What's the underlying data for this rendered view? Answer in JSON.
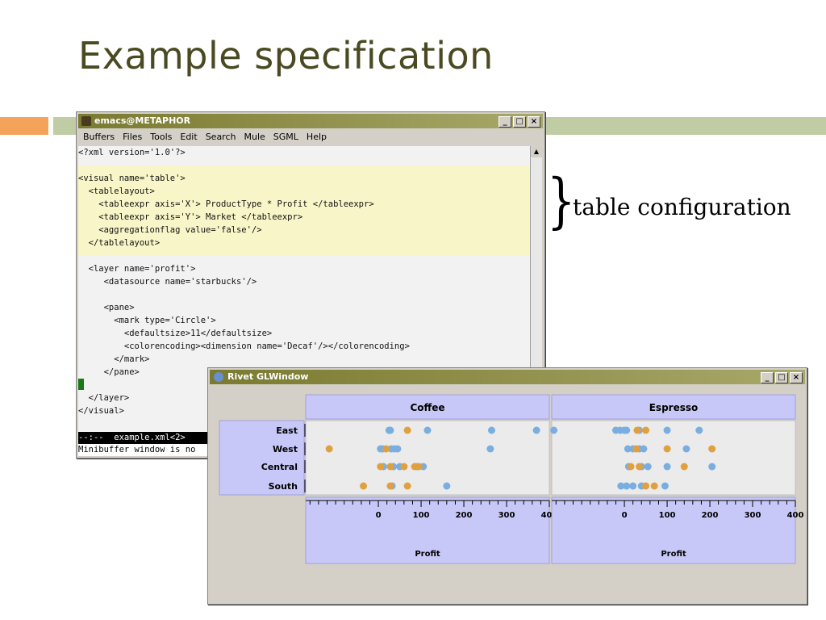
{
  "slide": {
    "title": "Example specification",
    "annotation": "table configuration"
  },
  "emacs": {
    "title": "emacs@METAPHOR",
    "menu": [
      "Buffers",
      "Files",
      "Tools",
      "Edit",
      "Search",
      "Mule",
      "SGML",
      "Help"
    ],
    "code_lines": [
      "<?xml version='1.0'?>",
      "",
      "<visual name='table'>",
      "  <tablelayout>",
      "    <tableexpr axis='X'> ProductType * Profit </tableexpr>",
      "    <tableexpr axis='Y'> Market </tableexpr>",
      "    <aggregationflag value='false'/>",
      "  </tablelayout>",
      "",
      "  <layer name='profit'>",
      "     <datasource name='starbucks'/>",
      "",
      "     <pane>",
      "       <mark type='Circle'>",
      "         <defaultsize>11</defaultsize>",
      "         <colorencoding><dimension name='Decaf'/></colorencoding>",
      "       </mark>",
      "     </pane>",
      "",
      "  </layer>",
      "</visual>"
    ],
    "modeline": "--:--  example.xml<2>",
    "minibuffer": "Minibuffer window is no"
  },
  "glwindow": {
    "title": "Rivet GLWindow"
  },
  "colors": {
    "dot_blue": "#7aaee0",
    "dot_orange": "#e0a040",
    "header_bg": "#c8c8f8",
    "pane_bg": "#ebebeb"
  },
  "chart_data": {
    "type": "scatter",
    "columns": [
      "Coffee",
      "Espresso"
    ],
    "rows": [
      "East",
      "West",
      "Central",
      "South"
    ],
    "xlabel": "Profit",
    "xlim": [
      -170,
      400
    ],
    "ticks": [
      0,
      100,
      200,
      300,
      400
    ],
    "panes": [
      {
        "column": "Coffee",
        "row": "East",
        "blue": [
          25,
          28,
          115,
          265,
          370
        ],
        "orange": [
          68
        ]
      },
      {
        "column": "Coffee",
        "row": "West",
        "blue": [
          5,
          10,
          30,
          38,
          45,
          262
        ],
        "orange": [
          -115,
          18
        ]
      },
      {
        "column": "Coffee",
        "row": "Central",
        "blue": [
          12,
          35,
          50,
          90,
          105
        ],
        "orange": [
          5,
          28,
          60,
          85,
          95
        ]
      },
      {
        "column": "Coffee",
        "row": "South",
        "blue": [
          32,
          160
        ],
        "orange": [
          -35,
          28,
          68
        ]
      },
      {
        "column": "Espresso",
        "row": "East",
        "blue": [
          -165,
          -20,
          -10,
          0,
          5,
          35,
          100,
          175
        ],
        "orange": [
          30,
          50
        ]
      },
      {
        "column": "Espresso",
        "row": "West",
        "blue": [
          8,
          20,
          35,
          45,
          145
        ],
        "orange": [
          28,
          100,
          205
        ]
      },
      {
        "column": "Espresso",
        "row": "Central",
        "blue": [
          10,
          40,
          55,
          100,
          205
        ],
        "orange": [
          15,
          35,
          140
        ]
      },
      {
        "column": "Espresso",
        "row": "South",
        "blue": [
          -8,
          5,
          20,
          40,
          95
        ],
        "orange": [
          50,
          70
        ]
      }
    ]
  }
}
